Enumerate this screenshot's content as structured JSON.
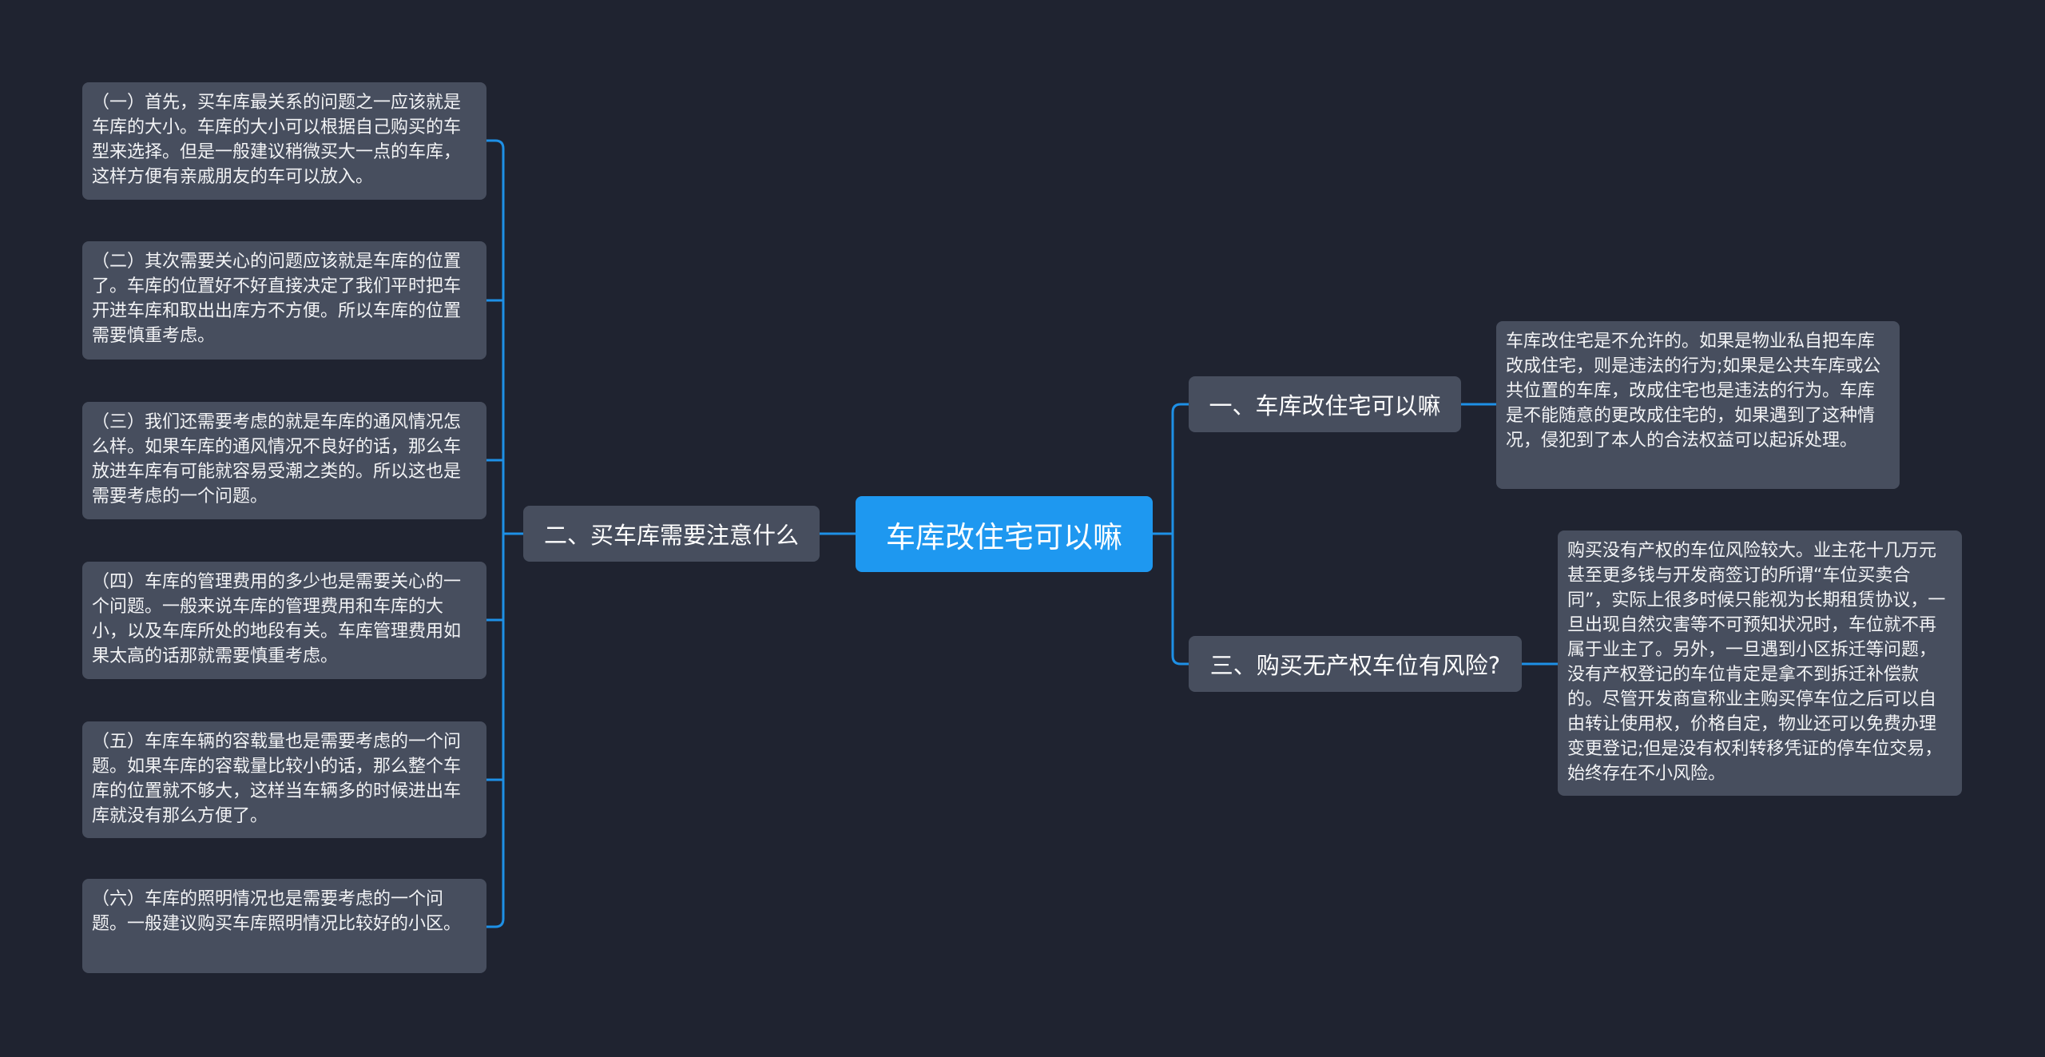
{
  "root": {
    "label": "车库改住宅可以嘛"
  },
  "branches": [
    {
      "label": "二、买车库需要注意什么",
      "children": [
        "（一）首先，买车库最关系的问题之一应该就是车库的大小。车库的大小可以根据自己购买的车型来选择。但是一般建议稍微买大一点的车库，这样方便有亲戚朋友的车可以放入。",
        "（二）其次需要关心的问题应该就是车库的位置了。车库的位置好不好直接决定了我们平时把车开进车库和取出出库方不方便。所以车库的位置需要慎重考虑。",
        "（三）我们还需要考虑的就是车库的通风情况怎么样。如果车库的通风情况不良好的话，那么车放进车库有可能就容易受潮之类的。所以这也是需要考虑的一个问题。",
        "（四）车库的管理费用的多少也是需要关心的一个问题。一般来说车库的管理费用和车库的大小，以及车库所处的地段有关。车库管理费用如果太高的话那就需要慎重考虑。",
        "（五）车库车辆的容载量也是需要考虑的一个问题。如果车库的容载量比较小的话，那么整个车库的位置就不够大，这样当车辆多的时候进出车库就没有那么方便了。",
        "（六）车库的照明情况也是需要考虑的一个问题。一般建议购买车库照明情况比较好的小区。"
      ]
    },
    {
      "label": "一、车库改住宅可以嘛",
      "children": [
        "车库改住宅是不允许的。如果是物业私自把车库改成住宅，则是违法的行为;如果是公共车库或公共位置的车库，改成住宅也是违法的行为。车库是不能随意的更改成住宅的，如果遇到了这种情况，侵犯到了本人的合法权益可以起诉处理。"
      ]
    },
    {
      "label": "三、购买无产权车位有风险?",
      "children": [
        "购买没有产权的车位风险较大。业主花十几万元甚至更多钱与开发商签订的所谓“车位买卖合同”，实际上很多时候只能视为长期租赁协议，一旦出现自然灾害等不可预知状况时，车位就不再属于业主了。另外，一旦遇到小区拆迁等问题，没有产权登记的车位肯定是拿不到拆迁补偿款的。尽管开发商宣称业主购买停车位之后可以自由转让使用权，价格自定，物业还可以免费办理变更登记;但是没有权利转移凭证的停车位交易，始终存在不小风险。"
      ]
    }
  ],
  "colors": {
    "background": "#1f2330",
    "node": "#474e5e",
    "root": "#1e98f0",
    "line": "#1e90e6"
  }
}
